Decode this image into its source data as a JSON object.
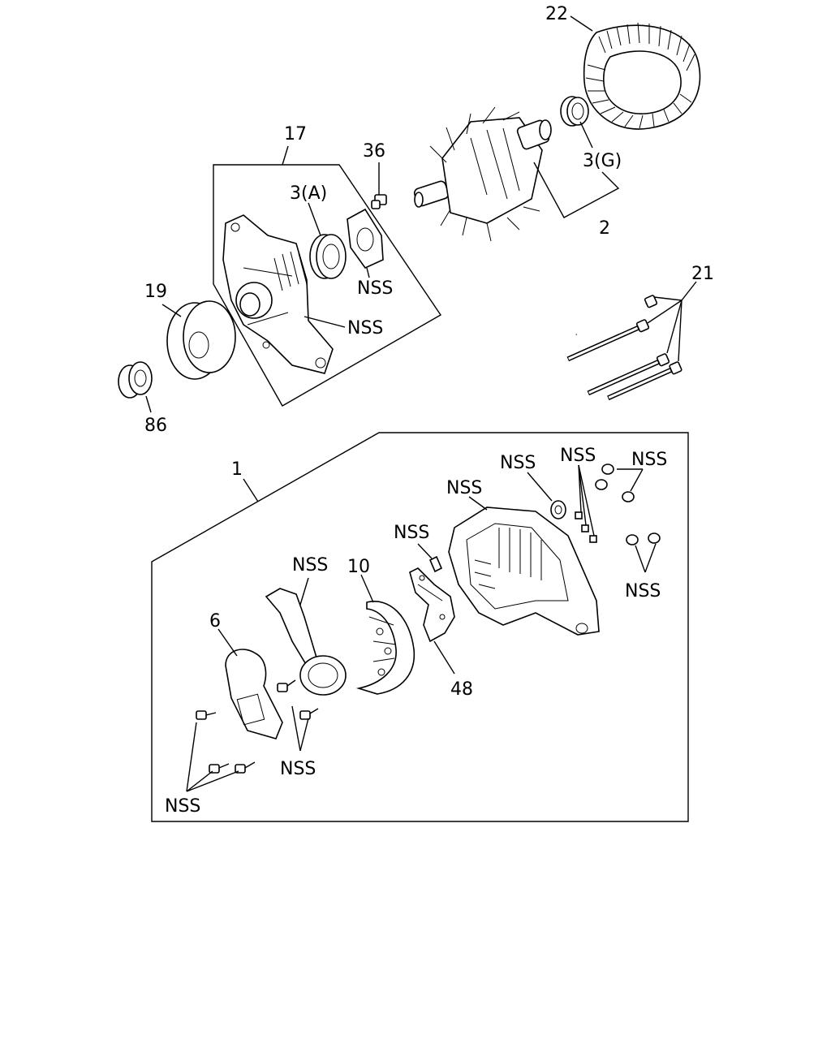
{
  "labels": {
    "l22": "22",
    "l17": "17",
    "l36": "36",
    "l3a": "3(A)",
    "l3g": "3(G)",
    "l2": "2",
    "l19": "19",
    "l86": "86",
    "l21": "21",
    "l1": "1",
    "l6": "6",
    "l10": "10",
    "l48": "48",
    "nss": "NSS"
  },
  "icons": [
    "stator",
    "rotor",
    "bearing",
    "front-bracket",
    "pulley",
    "bolt",
    "rear-bracket",
    "rectifier",
    "regulator",
    "brush-holder",
    "screw",
    "nut"
  ]
}
